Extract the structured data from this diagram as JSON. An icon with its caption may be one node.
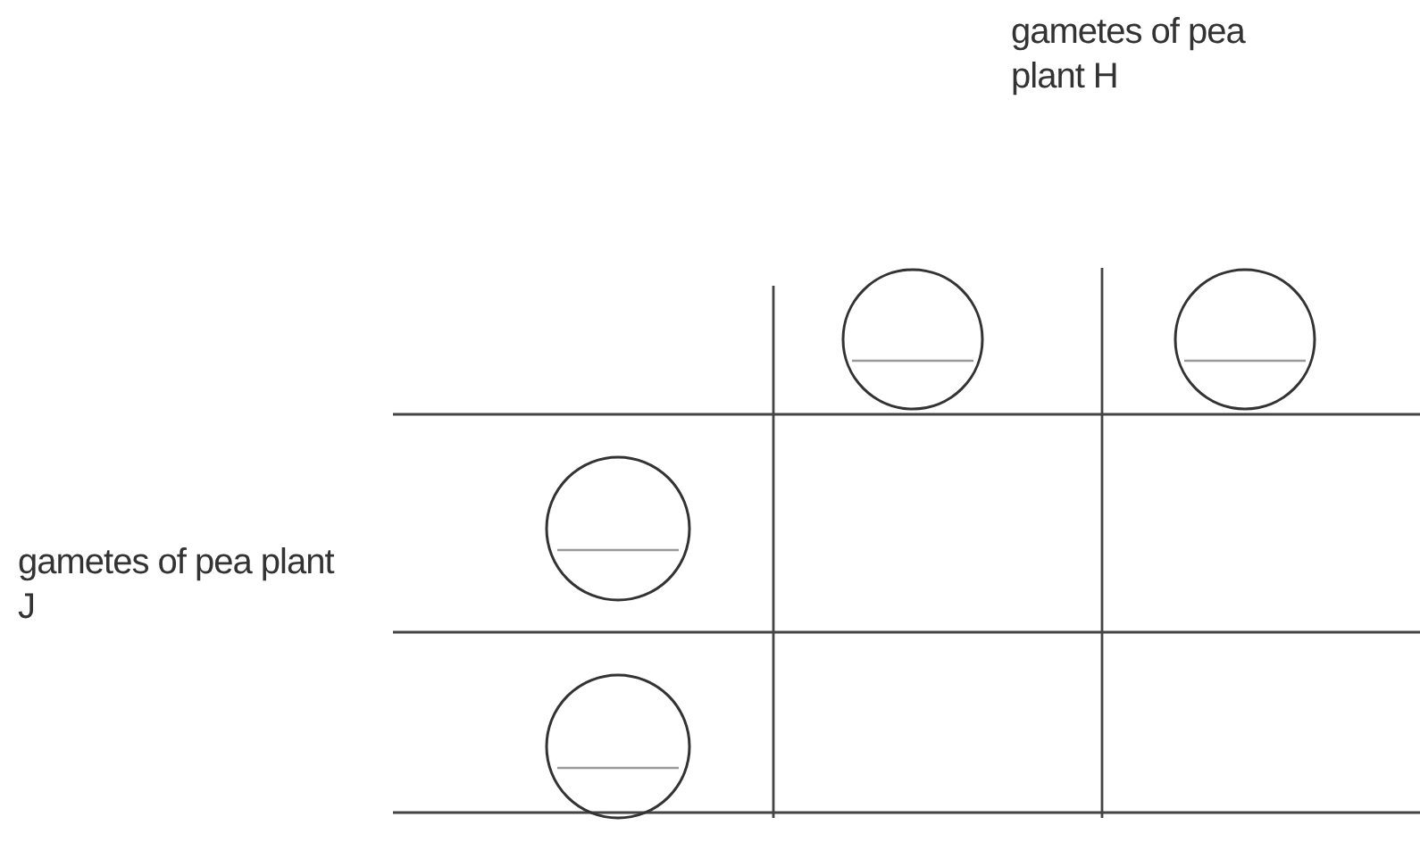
{
  "diagram": {
    "nodes": [
      {
        "text": [],
        "shape": "circle"
      },
      {
        "text": [],
        "shape": "circle"
      },
      {
        "text": [],
        "shape": "circle"
      },
      {
        "text": [],
        "shape": "circle"
      }
    ],
    "labels": [
      "gametes of pea plant H",
      "gametes of pea plant J"
    ]
  }
}
